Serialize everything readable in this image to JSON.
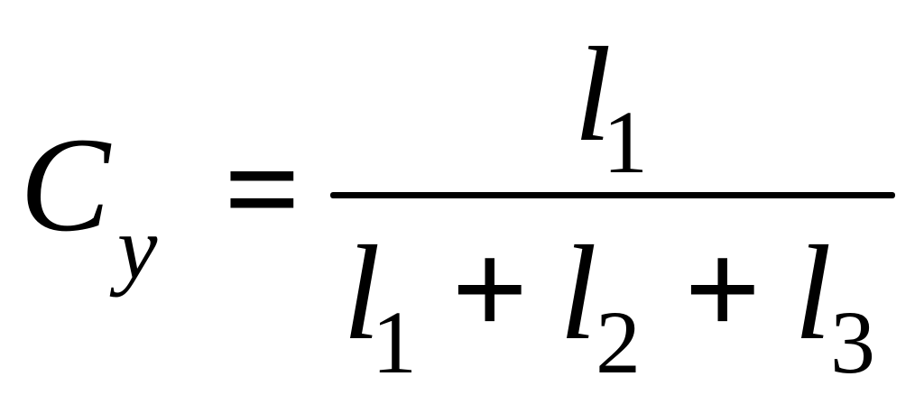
{
  "formula": {
    "lhs": {
      "symbol": "C",
      "subscript": "y"
    },
    "equals": "=",
    "numerator": {
      "symbol": "l",
      "subscript": "1"
    },
    "denominator": [
      {
        "symbol": "l",
        "subscript": "1"
      },
      {
        "operator": "+"
      },
      {
        "symbol": "l",
        "subscript": "2"
      },
      {
        "operator": "+"
      },
      {
        "symbol": "l",
        "subscript": "3"
      }
    ]
  },
  "colors": {
    "ink": "#000000",
    "background": "#ffffff"
  }
}
